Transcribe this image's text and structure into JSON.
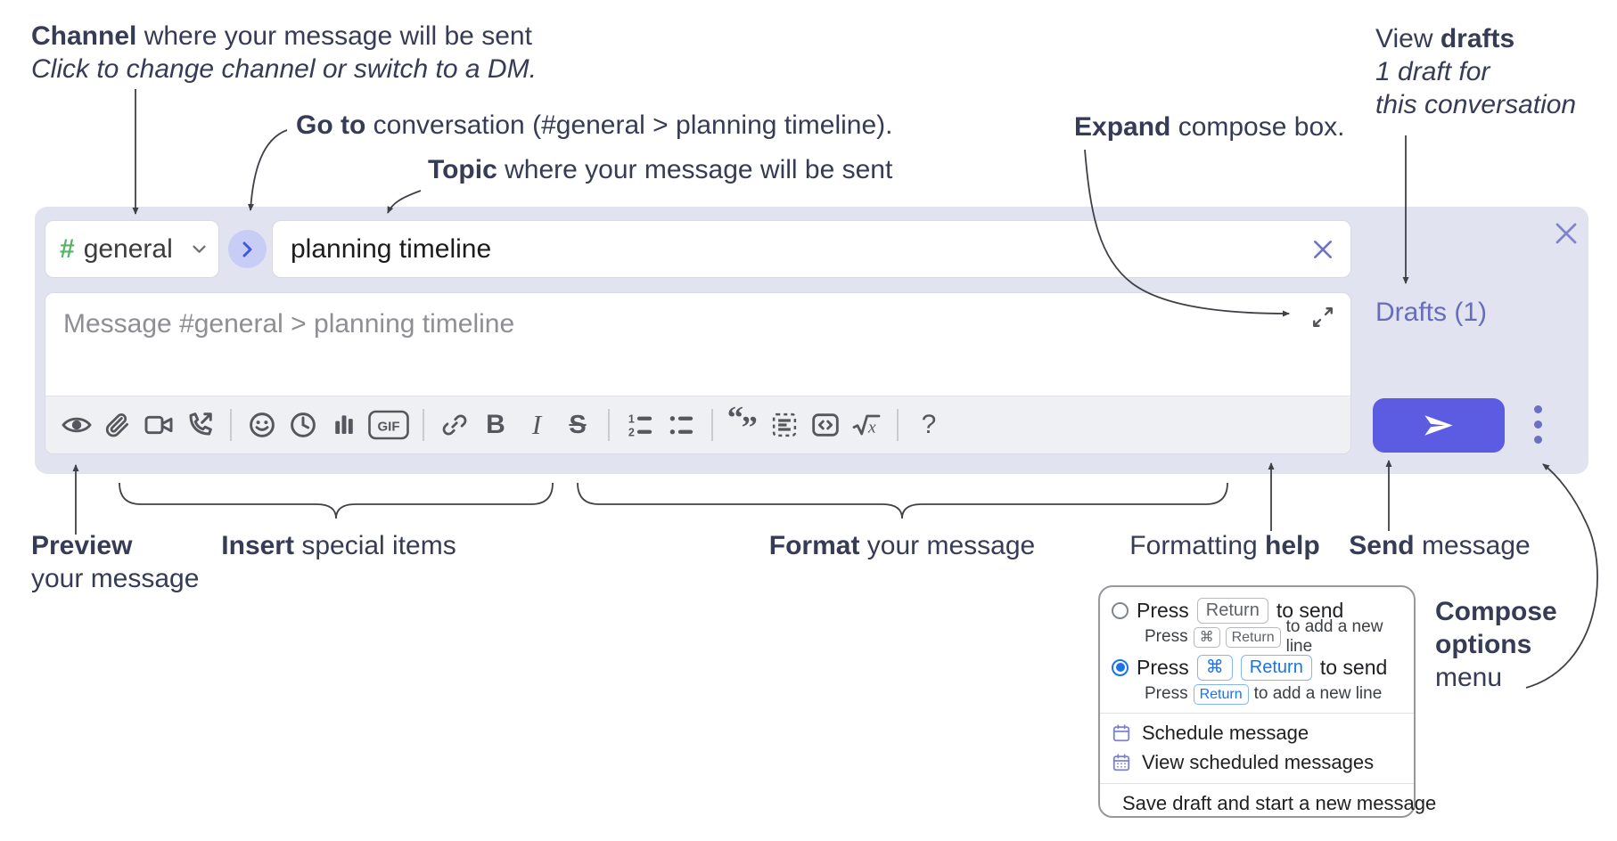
{
  "annotations": {
    "channel": {
      "bold": "Channel",
      "rest": " where your message will be sent",
      "line2": "Click to change channel or switch to a DM."
    },
    "goto": {
      "bold": "Go to",
      "rest": " conversation (#general > planning timeline)."
    },
    "topic": {
      "bold": "Topic",
      "rest": " where your message will be sent"
    },
    "expand": {
      "bold": "Expand",
      "rest": " compose box."
    },
    "view_drafts": {
      "line1_pre": "View ",
      "line1_bold": "drafts",
      "line2": "1 draft for",
      "line3": "this conversation"
    },
    "preview": {
      "bold": "Preview",
      "line2": "your message"
    },
    "insert": {
      "bold": "Insert",
      "rest": " special items"
    },
    "format": {
      "bold": "Format",
      "rest": " your message"
    },
    "help": {
      "pre": "Formatting ",
      "bold": "help"
    },
    "send": {
      "bold": "Send",
      "rest": " message"
    },
    "compose_options": {
      "line1": "Compose",
      "line2": "options",
      "line3": "menu"
    }
  },
  "composer": {
    "channel_hash": "#",
    "channel_name": "general",
    "topic_value": "planning timeline",
    "message_placeholder": "Message #general > planning timeline",
    "drafts_label": "Drafts (1)",
    "toolbar": {
      "gif": "GIF",
      "bold": "B",
      "italic": "I",
      "strike": "S",
      "help": "?",
      "quote_open": "“",
      "quote_close": "”",
      "ol1": "1",
      "ol2": "2",
      "math_x": "x"
    }
  },
  "options_menu": {
    "r1_press": "Press",
    "r1_key": "Return",
    "r1_tosend": "to send",
    "r1s_press": "Press",
    "r1s_cmd": "⌘",
    "r1s_key": "Return",
    "r1s_rest": "to add a new line",
    "r2_press": "Press",
    "r2_cmd": "⌘",
    "r2_key": "Return",
    "r2_tosend": "to send",
    "r2s_press": "Press",
    "r2s_key": "Return",
    "r2s_rest": "to add a new line",
    "item_schedule": "Schedule message",
    "item_view_scheduled": "View scheduled messages",
    "item_save_draft": "Save draft and start a new message"
  },
  "colors": {
    "compose_bg": "#e1e3f1",
    "send_button": "#5b5ce2",
    "drafts_link": "#666dbd",
    "channel_hash_green": "#56b36a",
    "goto_blue": "#3d5be0",
    "radio_blue": "#1a73e8",
    "menu_icon_purple": "#7c81d9",
    "annotation_text": "#363c55"
  }
}
